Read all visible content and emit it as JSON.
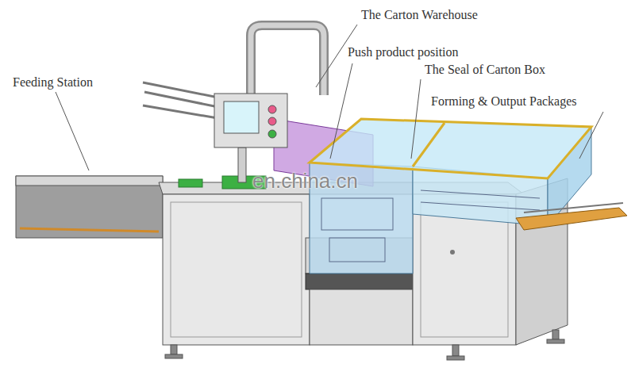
{
  "diagram": {
    "labels": [
      "The Carton Warehouse",
      "Push product position",
      "Feeding Station",
      "The Seal of Carton Box",
      "Forming & Output Packages",
      "en.china.cn"
    ]
  }
}
